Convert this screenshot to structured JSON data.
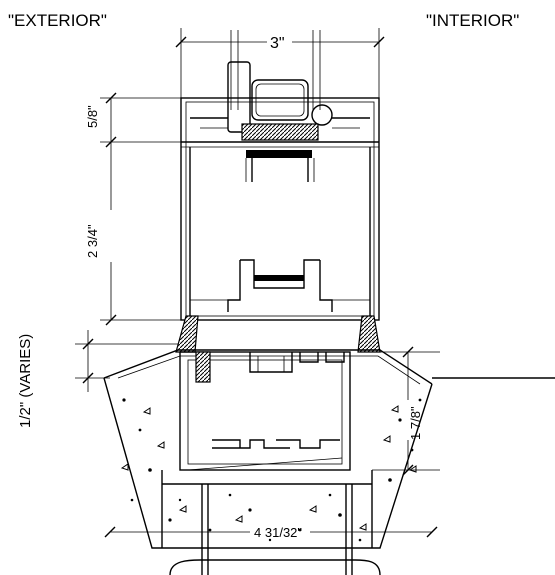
{
  "labels": {
    "exterior": "\"EXTERIOR\"",
    "interior": "\"INTERIOR\""
  },
  "dimensions": {
    "top_width": {
      "whole": "3",
      "unit": "\""
    },
    "upper_height": {
      "num": "5",
      "den": "8",
      "unit": "\""
    },
    "frame_height": {
      "whole": "2",
      "num": "3",
      "den": "4",
      "unit": "\""
    },
    "sill_height": {
      "num": "1",
      "den": "2",
      "unit": "\"",
      "note": "(VARIES)"
    },
    "embed_depth": {
      "whole": "1",
      "num": "7",
      "den": "8",
      "unit": "\""
    },
    "bottom_width": {
      "whole": "4",
      "num": "31",
      "den": "32",
      "unit": "\""
    }
  }
}
